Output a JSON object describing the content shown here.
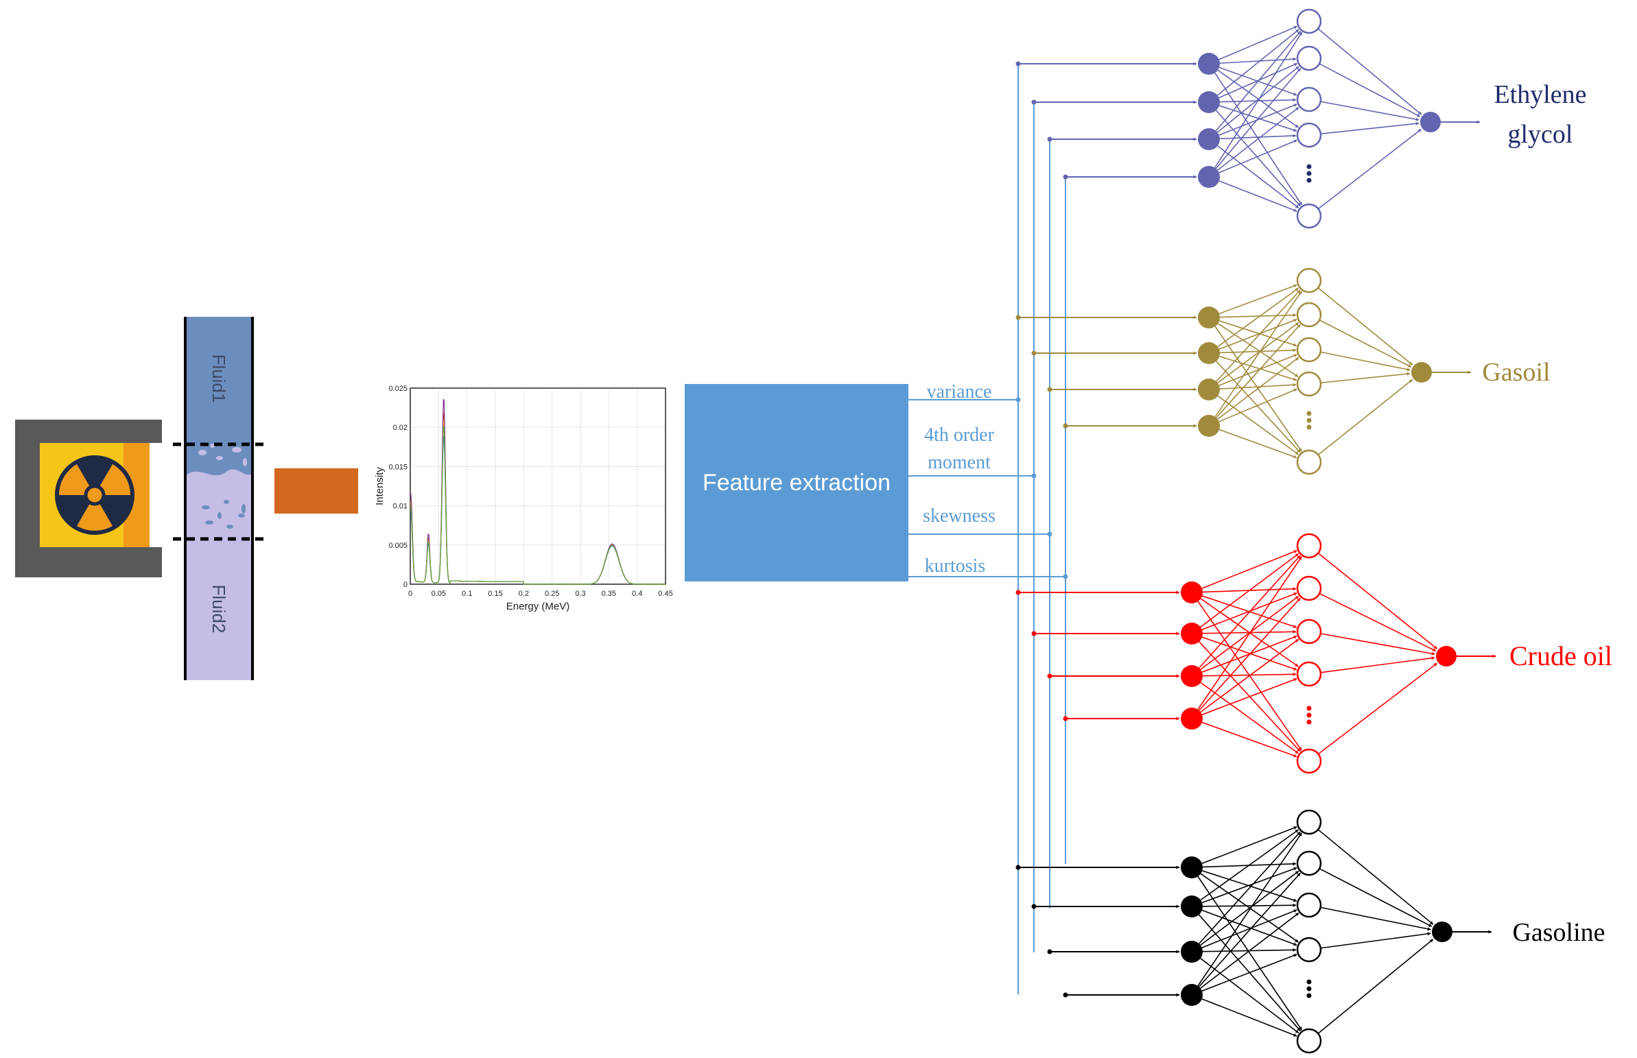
{
  "pipe": {
    "fluid_top": "Fluid1",
    "fluid_bottom": "Fluid2"
  },
  "spectrum": {
    "xlabel": "Energy (MeV)",
    "ylabel": "Intensity",
    "x_ticks": [
      "0",
      "0.05",
      "0.1",
      "0.15",
      "0.2",
      "0.25",
      "0.3",
      "0.35",
      "0.4",
      "0.45"
    ],
    "y_ticks": [
      "0",
      "0.005",
      "0.01",
      "0.015",
      "0.02",
      "0.025"
    ],
    "xlim": [
      0,
      0.45
    ],
    "ylim": [
      0,
      0.025
    ],
    "series_colors": [
      "#d95319",
      "#edb120",
      "#7e2f8e",
      "#0072bd",
      "#77ac30"
    ]
  },
  "feature_box": {
    "label": "Feature extraction",
    "color": "#5b9bd5"
  },
  "features": [
    "variance",
    "4th order moment",
    "skewness",
    "kurtosis"
  ],
  "feature_lines": [
    [
      "variance"
    ],
    [
      "4th order",
      "moment"
    ],
    [
      "skewness"
    ],
    [
      "kurtosis"
    ]
  ],
  "networks": [
    {
      "output_lines": [
        "Ethylene",
        "glycol"
      ],
      "color": "#6264b0",
      "label_color": "#1f2a6b"
    },
    {
      "output_lines": [
        "Gasoil"
      ],
      "color": "#a08a3c",
      "label_color": "#a08a3c"
    },
    {
      "output_lines": [
        "Crude oil"
      ],
      "color": "#ff0000",
      "label_color": "#ff0000"
    },
    {
      "output_lines": [
        "Gasoline"
      ],
      "color": "#000000",
      "label_color": "#000000"
    }
  ],
  "colors": {
    "detector": "#d2691e",
    "source_housing": "#595959",
    "source_inner": "#f5c518",
    "fluid1": "#6c8ebf",
    "fluid2": "#c5bde6",
    "bus": "#5b9bd5"
  }
}
